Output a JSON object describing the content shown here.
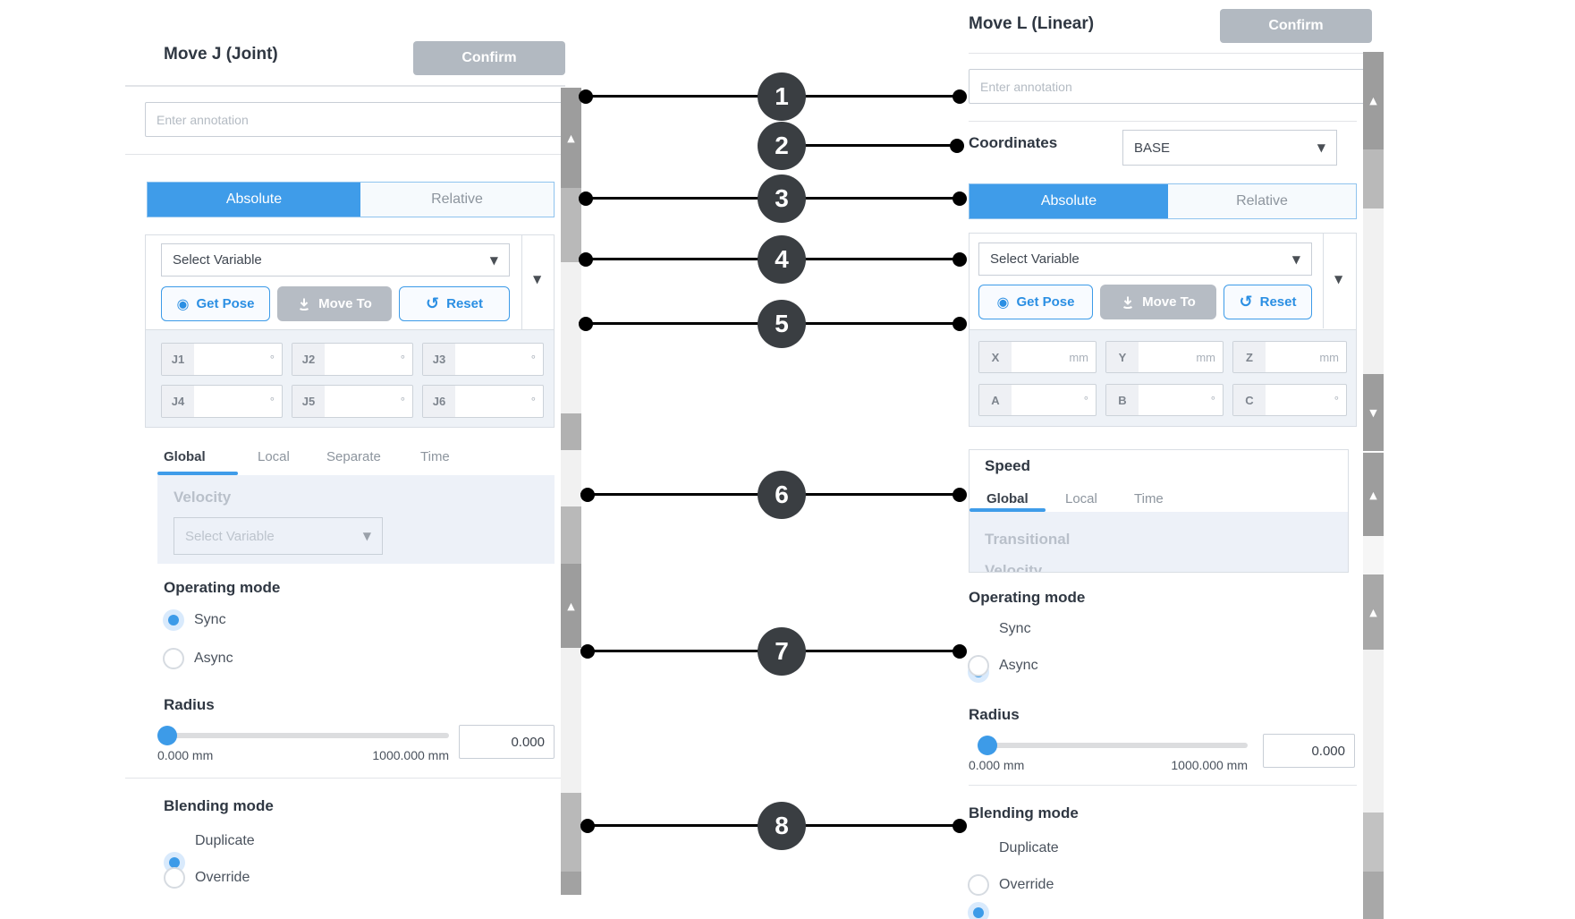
{
  "colors": {
    "accent": "#3f9ce9",
    "callout_circle": "#3a3e42",
    "confirm_gray": "#b2b9c1"
  },
  "left_panel": {
    "title": "Move J (Joint)",
    "confirm_label": "Confirm",
    "annotation_placeholder": "Enter annotation",
    "mode_tabs": [
      {
        "label": "Absolute",
        "active": true
      },
      {
        "label": "Relative",
        "active": false
      }
    ],
    "variable": {
      "select_placeholder": "Select Variable",
      "get_pose": "Get Pose",
      "move_to": "Move To",
      "reset": "Reset"
    },
    "joints": [
      {
        "label": "J1",
        "unit": "°"
      },
      {
        "label": "J2",
        "unit": "°"
      },
      {
        "label": "J3",
        "unit": "°"
      },
      {
        "label": "J4",
        "unit": "°"
      },
      {
        "label": "J5",
        "unit": "°"
      },
      {
        "label": "J6",
        "unit": "°"
      }
    ],
    "speed_tabs": [
      {
        "label": "Global"
      },
      {
        "label": "Local"
      },
      {
        "label": "Separate"
      },
      {
        "label": "Time"
      }
    ],
    "velocity": {
      "label": "Velocity",
      "select_placeholder": "Select Variable"
    },
    "operating_mode": {
      "label": "Operating mode",
      "sync": "Sync",
      "async": "Async"
    },
    "radius": {
      "label": "Radius",
      "min": "0.000 mm",
      "max": "1000.000 mm",
      "value": "0.000"
    },
    "blending": {
      "label": "Blending mode",
      "duplicate": "Duplicate",
      "override": "Override"
    }
  },
  "right_panel": {
    "title": "Move L (Linear)",
    "confirm_label": "Confirm",
    "annotation_placeholder": "Enter annotation",
    "coordinates": {
      "label": "Coordinates",
      "value": "BASE"
    },
    "mode_tabs": [
      {
        "label": "Absolute",
        "active": true
      },
      {
        "label": "Relative",
        "active": false
      }
    ],
    "variable": {
      "select_placeholder": "Select Variable",
      "get_pose": "Get Pose",
      "move_to": "Move To",
      "reset": "Reset"
    },
    "axes": [
      {
        "label": "X",
        "unit": "mm"
      },
      {
        "label": "Y",
        "unit": "mm"
      },
      {
        "label": "Z",
        "unit": "mm"
      },
      {
        "label": "A",
        "unit": "°"
      },
      {
        "label": "B",
        "unit": "°"
      },
      {
        "label": "C",
        "unit": "°"
      }
    ],
    "speed": {
      "title": "Speed",
      "tabs": [
        {
          "label": "Global"
        },
        {
          "label": "Local"
        },
        {
          "label": "Time"
        }
      ],
      "transitional": "Transitional",
      "clipped": "Velocity"
    },
    "operating_mode": {
      "label": "Operating mode",
      "sync": "Sync",
      "async": "Async"
    },
    "radius": {
      "label": "Radius",
      "min": "0.000 mm",
      "max": "1000.000 mm",
      "value": "0.000"
    },
    "blending": {
      "label": "Blending mode",
      "duplicate": "Duplicate",
      "override": "Override"
    }
  },
  "callouts": [
    {
      "number": "1"
    },
    {
      "number": "2"
    },
    {
      "number": "3"
    },
    {
      "number": "4"
    },
    {
      "number": "5"
    },
    {
      "number": "6"
    },
    {
      "number": "7"
    },
    {
      "number": "8"
    }
  ]
}
